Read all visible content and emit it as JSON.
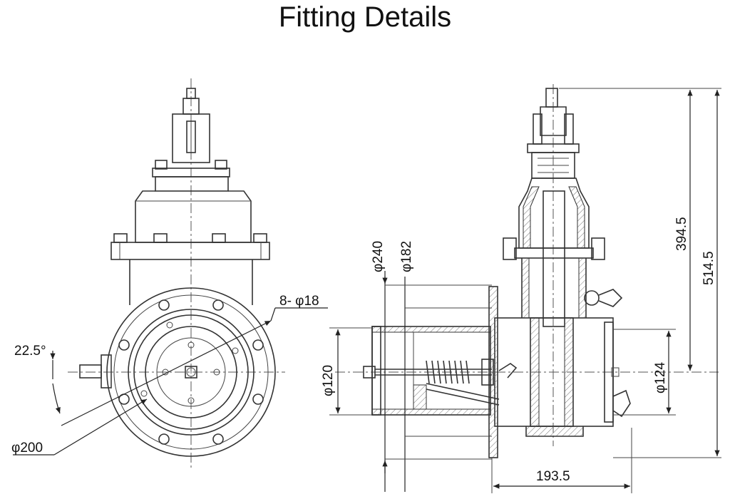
{
  "title": "Fitting Details",
  "dimensions": {
    "angle": "22.5°",
    "bolt_holes": "8- φ18",
    "pcd": "φ200",
    "d240": "φ240",
    "d182": "φ182",
    "d120": "φ120",
    "d124": "φ124",
    "h394": "394.5",
    "h514": "514.5",
    "w193": "193.5"
  }
}
